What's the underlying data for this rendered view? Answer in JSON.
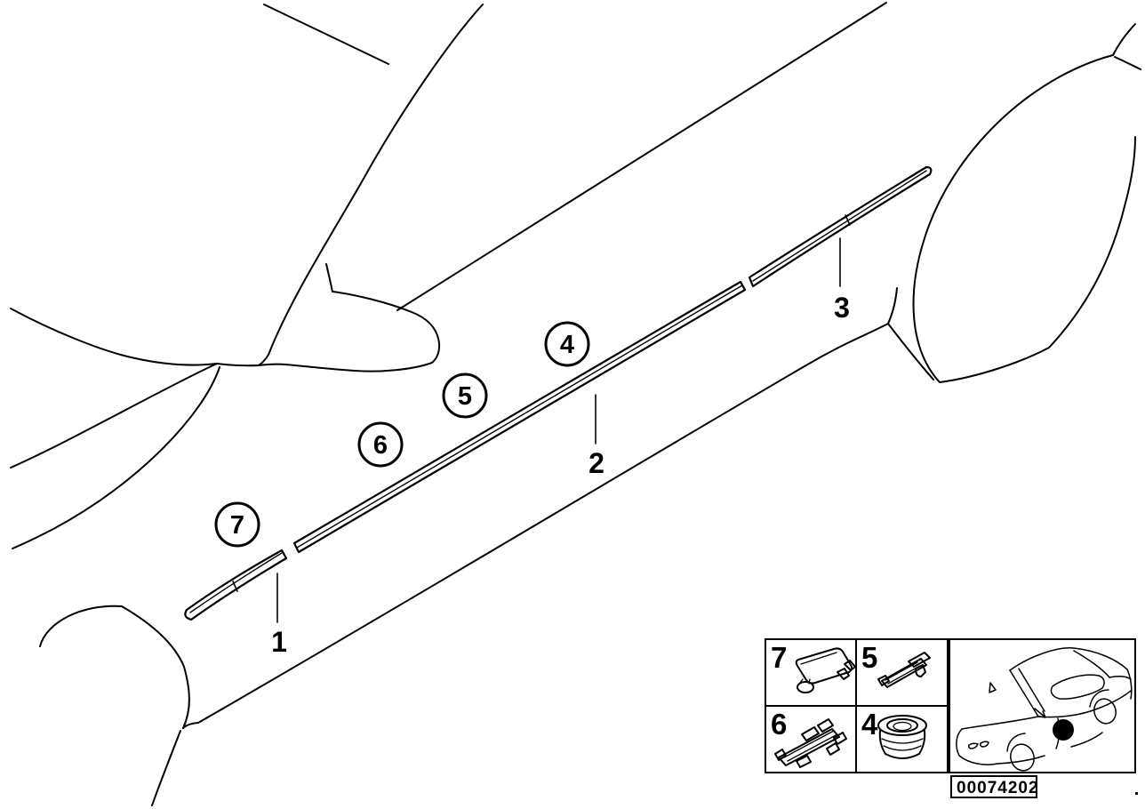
{
  "colors": {
    "background": "#ffffff",
    "line": "#000000",
    "marker": "#000000"
  },
  "diagram": {
    "description_hint": "side trim mouldings with fastener callouts",
    "callouts": [
      {
        "id": "1",
        "type": "plain-label"
      },
      {
        "id": "2",
        "type": "plain-label"
      },
      {
        "id": "3",
        "type": "plain-label"
      },
      {
        "id": "4",
        "type": "circled"
      },
      {
        "id": "5",
        "type": "circled"
      },
      {
        "id": "6",
        "type": "circled"
      },
      {
        "id": "7",
        "type": "circled"
      }
    ]
  },
  "legend": {
    "cells": [
      {
        "label": "7",
        "icon": "cap-clip-icon"
      },
      {
        "label": "5",
        "icon": "rail-clip-icon"
      },
      {
        "label": "6",
        "icon": "wide-rail-clip-icon"
      },
      {
        "label": "4",
        "icon": "grommet-icon"
      }
    ],
    "thumbnail": {
      "icon": "car-location-thumbnail",
      "marker": "location-dot"
    }
  },
  "footer": {
    "code": "00074202"
  }
}
